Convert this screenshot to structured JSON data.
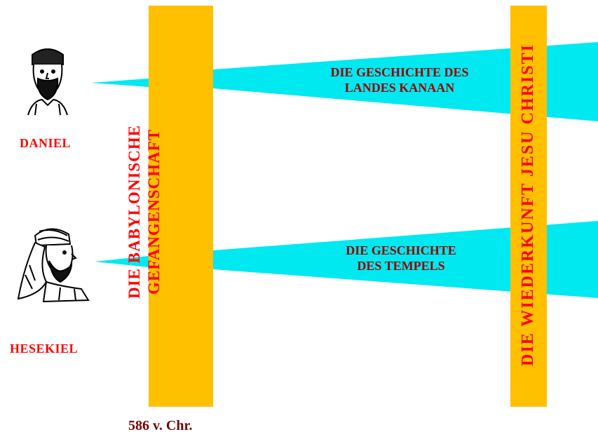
{
  "people": {
    "daniel": {
      "name": "DANIEL",
      "icon": "bearded-man-portrait-icon"
    },
    "hesekiel": {
      "name": "HESEKIEL",
      "icon": "turbaned-man-portrait-icon"
    }
  },
  "bars": {
    "captivity": {
      "line1": "DIE BABYLONISCHE",
      "line2": "GEFANGENSCHAFT",
      "date": "586 v. Chr."
    },
    "return": {
      "text": "DIE WIEDERKUNFT JESU CHRISTI"
    }
  },
  "beams": {
    "land": {
      "line1": "DIE GESCHICHTE DES",
      "line2": "LANDES KANAAN"
    },
    "temple": {
      "line1": "DIE GESCHICHTE",
      "line2": "DES TEMPELS"
    }
  },
  "colors": {
    "beam": "#00e8f0",
    "bar": "#ffc000",
    "vertical_text": "#ff0000",
    "beam_text": "#990000",
    "person_label": "#ff0000",
    "date": "#7a0000"
  }
}
